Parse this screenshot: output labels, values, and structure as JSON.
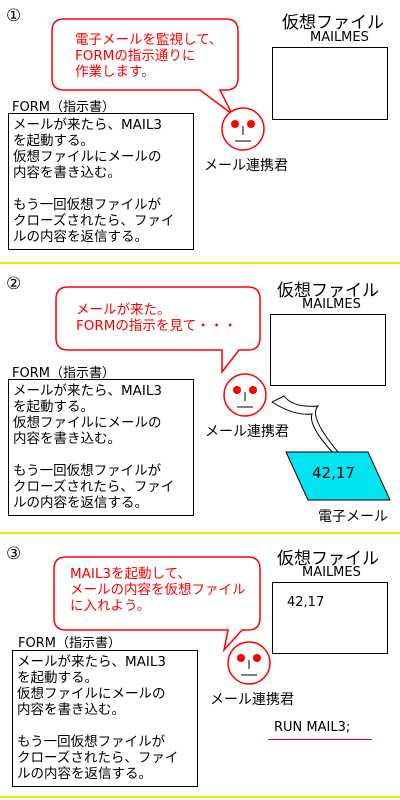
{
  "panels": [
    {
      "number": "①",
      "bubble_lines": [
        "電子メールを監視して、",
        "FORMの指示通りに",
        "作業します。"
      ],
      "virtual_file_title": "仮想ファイル",
      "mailmes_label": "MAILMES",
      "virtual_file_content": "",
      "form_title": "FORM（指示書）",
      "form_lines": [
        "メールが来たら、MAIL3",
        "を起動する。",
        "仮想ファイルにメールの",
        "内容を書き込む。",
        "",
        "もう一回仮想ファイルが",
        "クローズされたら、ファイ",
        "ルの内容を返信する。"
      ],
      "character_name": "メール連携君"
    },
    {
      "number": "②",
      "bubble_lines": [
        "メールが来た。",
        "FORMの指示を見て・・・"
      ],
      "virtual_file_title": "仮想ファイル",
      "mailmes_label": "MAILMES",
      "virtual_file_content": "",
      "form_title": "FORM（指示書）",
      "form_lines": [
        "メールが来たら、MAIL3",
        "を起動する。",
        "仮想ファイルにメールの",
        "内容を書き込む。",
        "",
        "もう一回仮想ファイルが",
        "クローズされたら、ファイ",
        "ルの内容を返信する。"
      ],
      "character_name": "メール連携君",
      "email_content": "42,17",
      "email_label": "電子メール"
    },
    {
      "number": "③",
      "bubble_lines": [
        "MAIL3を起動して、",
        "メールの内容を仮想ファイル",
        "に入れよう。"
      ],
      "virtual_file_title": "仮想ファイル",
      "mailmes_label": "MAILMES",
      "virtual_file_content": "42,17",
      "form_title": "FORM（指示書）",
      "form_lines": [
        "メールが来たら、MAIL3",
        "を起動する。",
        "仮想ファイルにメールの",
        "内容を書き込む。",
        "",
        "もう一回仮想ファイルが",
        "クローズされたら、ファイ",
        "ルの内容を返信する。"
      ],
      "character_name": "メール連携君",
      "run_command": "RUN MAIL3;"
    }
  ],
  "colors": {
    "bubble_text": "#ff0000",
    "bubble_border": "#ff0000",
    "face_border": "#ff0000",
    "face_eyes": "#ff0000",
    "separator": "#f5e60a",
    "email_fill": "#00e5f0",
    "run_underline": "#ff0000"
  }
}
